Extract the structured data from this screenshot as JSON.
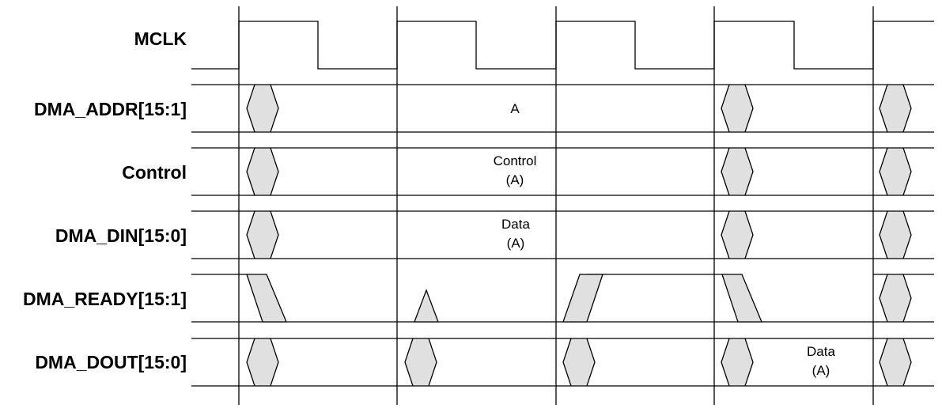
{
  "title": "DMA timing diagram",
  "clock": {
    "name": "MCLK"
  },
  "signals": [
    {
      "name": "MCLK",
      "kind": "clock"
    },
    {
      "name": "DMA_ADDR[15:1]",
      "kind": "bus",
      "value_label": [
        "A"
      ]
    },
    {
      "name": "Control",
      "kind": "bus",
      "value_label": [
        "Control",
        "(A)"
      ]
    },
    {
      "name": "DMA_DIN[15:0]",
      "kind": "bus",
      "value_label": [
        "Data",
        "(A)"
      ]
    },
    {
      "name": "DMA_READY[15:1]",
      "kind": "ready"
    },
    {
      "name": "DMA_DOUT[15:0]",
      "kind": "bus",
      "value_label": [
        "Data",
        "(A)"
      ]
    }
  ],
  "colors": {
    "transition_fill": "#e0e0e0",
    "line": "#000000"
  }
}
